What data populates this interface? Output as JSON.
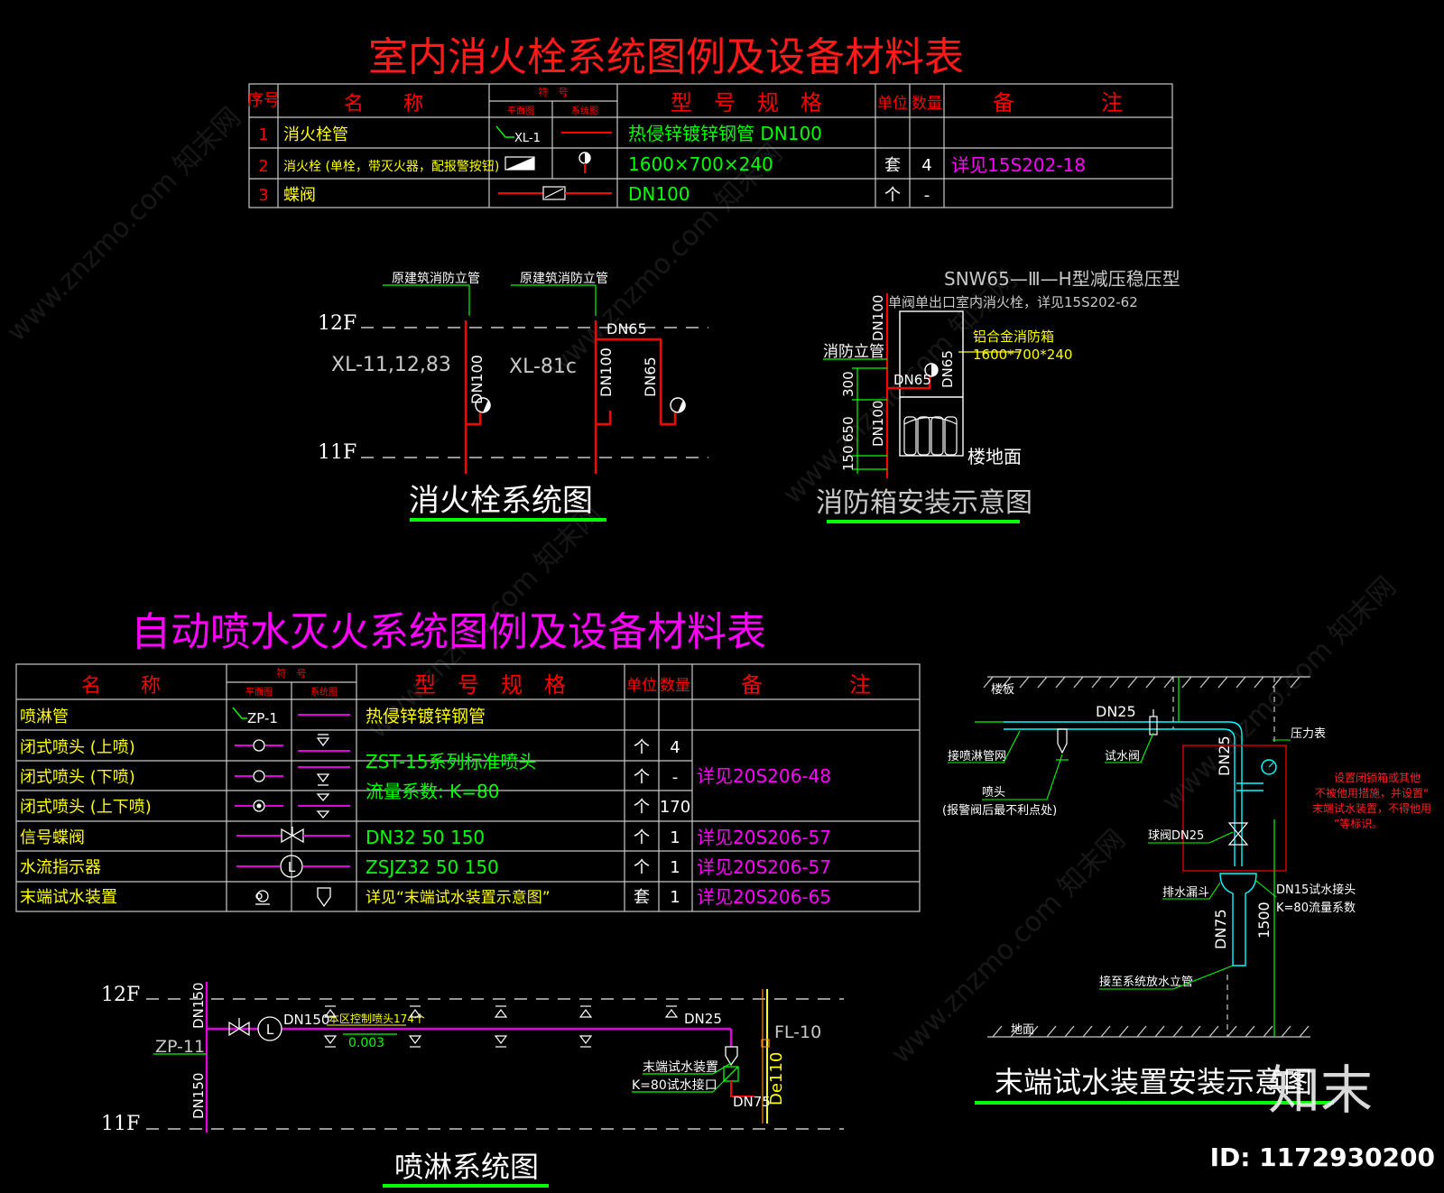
{
  "fh_title": "室内消火栓系统图例及设备材料表",
  "sp_title": "自动喷水灭火系统图例及设备材料表",
  "fh_table": {
    "headers": {
      "no": "序号",
      "name": "名　　称",
      "symbol": "符　号",
      "plan": "平面图",
      "system": "系统图",
      "spec": "型　号　规　格",
      "unit": "单位",
      "qty": "数量",
      "remark": "备　　　　注"
    },
    "rows": [
      {
        "no": "1",
        "name": "消火栓管",
        "plan_label": "XL-1",
        "spec": "热侵锌镀锌钢管 DN100",
        "unit": "",
        "qty": "",
        "remark": ""
      },
      {
        "no": "2",
        "name": "消火栓 (单栓，带灭火器，配报警按钮)",
        "spec": "1600×700×240",
        "unit": "套",
        "qty": "4",
        "remark": "详见15S202-18"
      },
      {
        "no": "3",
        "name": "蝶阀",
        "spec": "DN100",
        "unit": "个",
        "qty": "-",
        "remark": ""
      }
    ]
  },
  "sp_table": {
    "headers": {
      "name": "名　　称",
      "symbol": "符　号",
      "plan": "平面图",
      "system": "系统图",
      "spec": "型　号　规　格",
      "unit": "单位",
      "qty": "数量",
      "remark": "备　　　　注"
    },
    "rows": [
      {
        "name": "喷淋管",
        "plan_label": "ZP-1",
        "spec": "热侵锌镀锌钢管",
        "unit": "",
        "qty": "",
        "remark": ""
      },
      {
        "name": "闭式喷头 (上喷)",
        "spec": "",
        "unit": "个",
        "qty": "4",
        "remark": ""
      },
      {
        "name": "闭式喷头 (下喷)",
        "spec": "",
        "unit": "个",
        "qty": "-",
        "remark": ""
      },
      {
        "name": "闭式喷头 (上下喷)",
        "spec": "",
        "unit": "个",
        "qty": "170",
        "remark": ""
      },
      {
        "name": "信号蝶阀",
        "spec": "DN32 50 150",
        "unit": "个",
        "qty": "1",
        "remark": "详见20S206-57"
      },
      {
        "name": "水流指示器",
        "spec": "ZSJZ32 50 150",
        "unit": "个",
        "qty": "1",
        "remark": "详见20S206-57"
      },
      {
        "name": "末端试水装置",
        "spec": "详见“末端试水装置示意图”",
        "unit": "套",
        "qty": "1",
        "remark": "详见20S206-65"
      }
    ],
    "sprinkler_spec_1": "ZST-15系列标准喷头",
    "sprinkler_spec_2": "流量系数: K=80",
    "sprinkler_remark": "详见20S206-48"
  },
  "fh_system": {
    "title": "消火栓系统图",
    "floor_upper": "12F",
    "floor_lower": "11F",
    "riser_a": "XL-11,12,83",
    "riser_b": "XL-81c",
    "riser_note": "原建筑消防立管",
    "dn100": "DN100",
    "dn65": "DN65"
  },
  "cabinet": {
    "title": "消防箱安装示意图",
    "model": "SNW65—Ⅲ—H型减压稳压型",
    "note": "单阀单出口室内消火栓，详见15S202-62",
    "box": "铝合金消防箱",
    "box_size": "1600*700*240",
    "riser": "消防立管",
    "floor": "楼地面",
    "d300": "300",
    "d650": "650",
    "d150": "150",
    "dn100": "DN100",
    "dn65": "DN65"
  },
  "test_device": {
    "title": "末端试水装置安装示意图",
    "slab": "楼板",
    "ground": "地面",
    "dn25": "DN25",
    "to_pipe": "接喷淋管网",
    "test_valve": "试水阀",
    "gauge": "压力表",
    "head": "喷头",
    "head_note": "(报警阀后最不利点处)",
    "ball_valve": "球阀DN25",
    "drain_funnel": "排水漏斗",
    "dn15": "DN15试水接头",
    "k80": "K=80流量系数",
    "dn75": "DN75",
    "h1500": "1500",
    "to_drain": "接至系统放水立管",
    "lock_note_1": "设置闭锁箱或其他",
    "lock_note_2": "不被他用措施，并设置“",
    "lock_note_3": "末端试水装置，不得他用",
    "lock_note_4": "”等标识。"
  },
  "sp_system": {
    "title": "喷淋系统图",
    "floor_upper": "12F",
    "floor_lower": "11F",
    "riser": "ZP-11",
    "dn150": "DN150",
    "zone_note": "本区控制喷头174个",
    "slope": "0.003",
    "dn25": "DN25",
    "fl": "FL-10",
    "test_label": "末端试水装置",
    "k80": "K=80试水接口",
    "dn75": "DN75",
    "de110": "De110"
  },
  "brand": {
    "logo": "知末",
    "id": "ID: 1172930200",
    "watermark": "www.znzmo.com 知末网"
  },
  "colors": {
    "red": "#ff0000",
    "red_title": "#ff1a1a",
    "green": "#00ff00",
    "yellow": "#ffff00",
    "magenta": "#ff00ff",
    "cyan": "#00ffff",
    "white": "#ffffff",
    "line": "#c8c8c8",
    "pipe_magenta": "#e000e0"
  }
}
